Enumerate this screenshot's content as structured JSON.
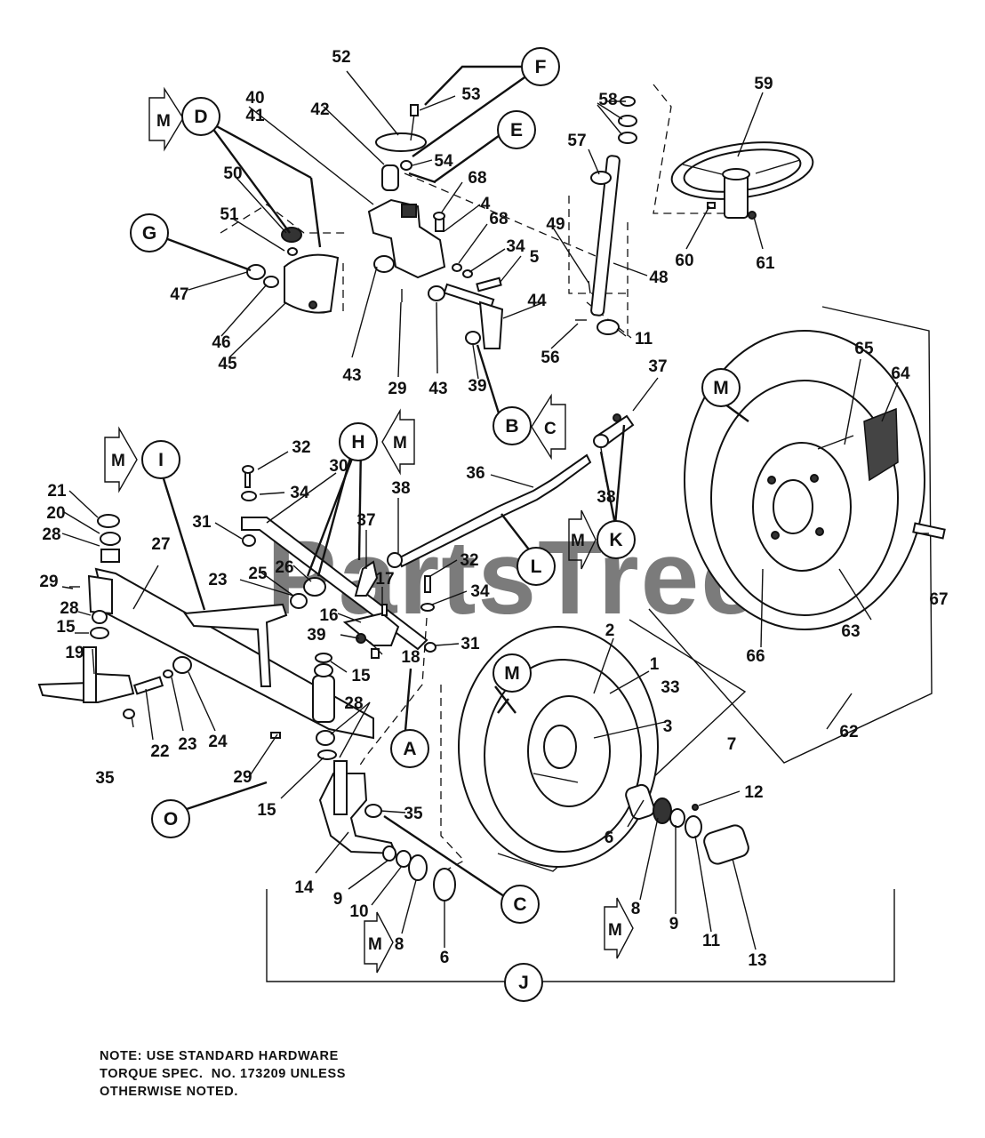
{
  "watermark": "PartsTree",
  "note": {
    "line1": "NOTE: USE STANDARD HARDWARE",
    "line2": "TORQUE SPEC.  NO. 173209 UNLESS",
    "line3": "OTHERWISE NOTED."
  },
  "callouts": {
    "A": "A",
    "B": "B",
    "C1": "C",
    "C2": "C",
    "D": "D",
    "E": "E",
    "F": "F",
    "G": "G",
    "H": "H",
    "I": "I",
    "J": "J",
    "K": "K",
    "L": "L",
    "M1": "M",
    "M2": "M",
    "M3": "M",
    "O": "O"
  },
  "m_arrows": {
    "left_top": "M",
    "left_mid": "M",
    "center_mid": "M",
    "chevron_c_top": "C",
    "center_lower": "M",
    "bottom_left": "M",
    "bottom_right": "M"
  },
  "part_numbers": {
    "p1": "1",
    "p2": "2",
    "p3": "3",
    "p4": "4",
    "p5": "5",
    "p6a": "6",
    "p6b": "6",
    "p7": "7",
    "p8a": "8",
    "p8b": "8",
    "p9a": "9",
    "p9b": "9",
    "p10": "10",
    "p11a": "11",
    "p11b": "11",
    "p12": "12",
    "p13": "13",
    "p14": "14",
    "p15a": "15",
    "p15b": "15",
    "p15c": "15",
    "p16": "16",
    "p17": "17",
    "p18": "18",
    "p19": "19",
    "p20": "20",
    "p21": "21",
    "p22": "22",
    "p23a": "23",
    "p23b": "23",
    "p24": "24",
    "p25": "25",
    "p26": "26",
    "p27": "27",
    "p28a": "28",
    "p28b": "28",
    "p28c": "28",
    "p29a": "29",
    "p29b": "29",
    "p29c": "29",
    "p30": "30",
    "p31a": "31",
    "p31b": "31",
    "p32a": "32",
    "p32b": "32",
    "p33": "33",
    "p34a": "34",
    "p34b": "34",
    "p34c": "34",
    "p35a": "35",
    "p35b": "35",
    "p36": "36",
    "p37a": "37",
    "p37b": "37",
    "p38a": "38",
    "p38b": "38",
    "p39a": "39",
    "p39b": "39",
    "p40": "40",
    "p41": "41",
    "p42": "42",
    "p43a": "43",
    "p43b": "43",
    "p44": "44",
    "p45": "45",
    "p46": "46",
    "p47": "47",
    "p48": "48",
    "p49": "49",
    "p50": "50",
    "p51": "51",
    "p52": "52",
    "p53": "53",
    "p54": "54",
    "p56": "56",
    "p57": "57",
    "p58": "58",
    "p59": "59",
    "p60": "60",
    "p61": "61",
    "p62": "62",
    "p63": "63",
    "p64": "64",
    "p65": "65",
    "p66": "66",
    "p67": "67",
    "p68a": "68",
    "p68b": "68"
  }
}
